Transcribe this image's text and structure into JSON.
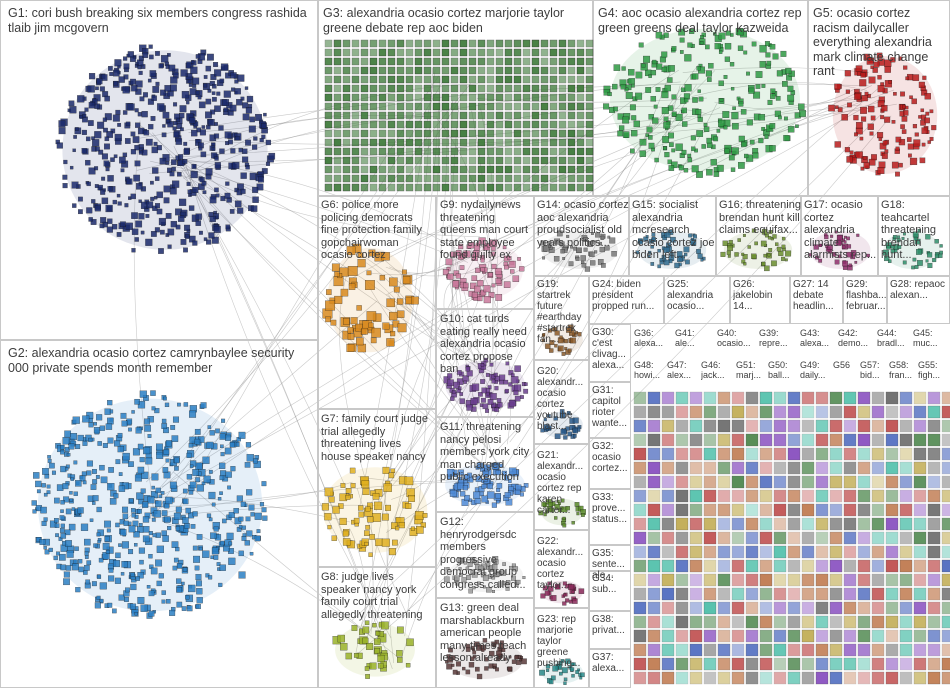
{
  "groups": [
    {
      "id": "g1",
      "label": "G1: cori bush breaking six members congress rashida tlaib jim mcgovern"
    },
    {
      "id": "g2",
      "label": "G2: alexandria ocasio cortez camrynbaylee security 000 private spends month remember"
    },
    {
      "id": "g3",
      "label": "G3: alexandria ocasio cortez marjorie taylor greene debate rep aoc biden"
    },
    {
      "id": "g4",
      "label": "G4: aoc ocasio alexandria cortez rep green greens deal taylor kazweida"
    },
    {
      "id": "g5",
      "label": "G5: ocasio cortez racism dailycaller everything alexandria mark climate change rant"
    },
    {
      "id": "g6",
      "label": "G6: police more policing democrats fine protection family gopchairwoman ocasio cortez"
    },
    {
      "id": "g7",
      "label": "G7: family court judge trial allegedly threatening lives house speaker nancy"
    },
    {
      "id": "g8",
      "label": "G8: judge lives speaker nancy york family court trial allegedly threatening"
    },
    {
      "id": "g9",
      "label": "G9: nydailynews threatening queens man court state employee found guilty ex"
    },
    {
      "id": "g10",
      "label": "G10: cat turds eating really need alexandria ocasio cortez propose ban"
    },
    {
      "id": "g11",
      "label": "G11: threatening nancy pelosi members york city man charged public execution"
    },
    {
      "id": "g12",
      "label": "G12: henryrodgersdc members progressive democrat group congress called..."
    },
    {
      "id": "g13",
      "label": "G13: green deal marshablackburn american people many times teach lesson already"
    },
    {
      "id": "g14",
      "label": "G14: ocasio cortez aoc alexandria proudsocialist old years politics..."
    },
    {
      "id": "g15",
      "label": "G15: socialist alexandria mcresearch ocasio cortez joe biden left..."
    },
    {
      "id": "g16",
      "label": "G16: threatening brendan hunt kill claims equifax..."
    },
    {
      "id": "g17",
      "label": "G17: ocasio cortez alexandria climate alarmists rep..."
    },
    {
      "id": "g18",
      "label": "G18: teahcartel threatening brendan hunt..."
    },
    {
      "id": "g19",
      "label": "G19: startrek future #earthday #startrek fan..."
    },
    {
      "id": "g20",
      "label": "G20: alexandr... ocasio cortez youtube blast..."
    },
    {
      "id": "g21",
      "label": "G21: alexandr... ocasio cortez rep karen carter..."
    },
    {
      "id": "g22",
      "label": "G22: alexandr... ocasio cortez taylor..."
    },
    {
      "id": "g23",
      "label": "G23: rep marjorie taylor greene pushing..."
    },
    {
      "id": "g24",
      "label": "G24: biden president propped run..."
    },
    {
      "id": "g25",
      "label": "G25: alexandria ocasio..."
    },
    {
      "id": "g26",
      "label": "G26: jakelobin 14..."
    },
    {
      "id": "g27",
      "label": "G27: 14 debate headlin..."
    },
    {
      "id": "g28",
      "label": "G28: repaoc alexan..."
    },
    {
      "id": "g29",
      "label": "G29: flashba... februar..."
    },
    {
      "id": "g30",
      "label": "G30: c'est clivag... alexa..."
    },
    {
      "id": "g31",
      "label": "G31: capitol rioter wante..."
    },
    {
      "id": "g32",
      "label": "G32: ocasio cortez..."
    },
    {
      "id": "g33",
      "label": "G33: prove... status..."
    },
    {
      "id": "g34",
      "label": "G34: sub..."
    },
    {
      "id": "g35",
      "label": "G35: sente... ale..."
    },
    {
      "id": "g36",
      "label": "G36: alexa..."
    },
    {
      "id": "g37",
      "label": "G37: alexa..."
    },
    {
      "id": "g38",
      "label": "G38: privat..."
    },
    {
      "id": "g39",
      "label": "G39: repre..."
    },
    {
      "id": "g40",
      "label": "G40: ocasio..."
    },
    {
      "id": "g41",
      "label": "G41: ale..."
    },
    {
      "id": "g42",
      "label": "G42: demo..."
    },
    {
      "id": "g43",
      "label": "G43: alexa..."
    },
    {
      "id": "g44",
      "label": "G44: bradl..."
    },
    {
      "id": "g45",
      "label": "G45: muc..."
    },
    {
      "id": "g46",
      "label": "G46: jack..."
    },
    {
      "id": "g47",
      "label": "G47: alex..."
    },
    {
      "id": "g48",
      "label": "G48: howi..."
    },
    {
      "id": "g49",
      "label": "G49: daily..."
    },
    {
      "id": "g50",
      "label": "G50: ball..."
    },
    {
      "id": "g51",
      "label": "G51: marj..."
    },
    {
      "id": "g55",
      "label": "G55: figh..."
    },
    {
      "id": "g56",
      "label": "G56"
    },
    {
      "id": "g57",
      "label": "G57: bid..."
    },
    {
      "id": "g58",
      "label": "G58: fran..."
    }
  ],
  "colors": {
    "g1": "#1b2a6b",
    "g2": "#2b7fc4",
    "g3": "#3e7a3a",
    "g4": "#2e9a44",
    "g5": "#b81c1c",
    "g6": "#d98a1f",
    "g7": "#e0b020",
    "g8": "#9ab22a",
    "g9": "#c9799b",
    "g10": "#6b3f8f",
    "g11": "#4e8ad6",
    "g12": "#9a9a9a",
    "g13": "#5a3a3a",
    "misc": "#7a7a7a",
    "edge": "#8a8a8a",
    "frame": "#c8c8c8",
    "bg": "#ffffff"
  }
}
